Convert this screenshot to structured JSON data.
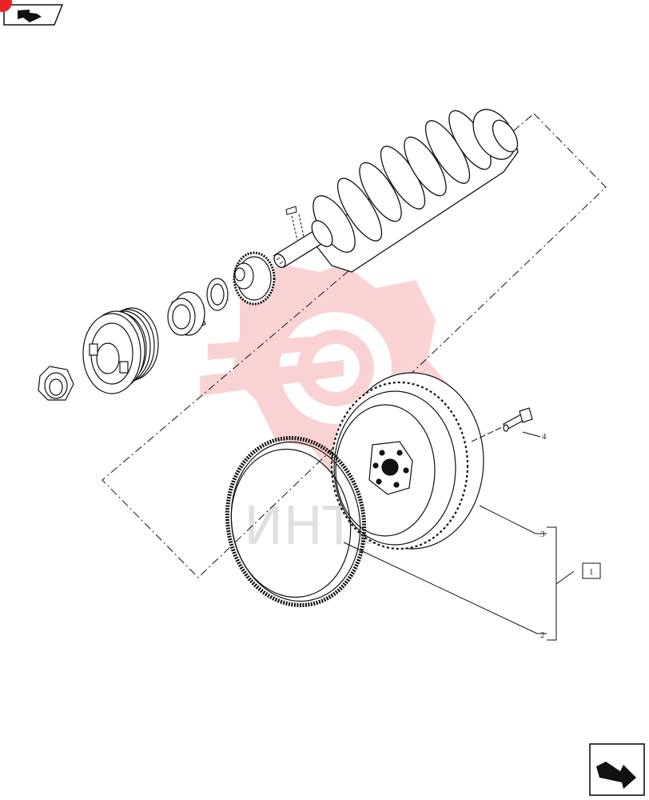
{
  "navigation": {
    "prev_icon": "arrow-page-prev-icon",
    "next_icon": "arrow-page-next-icon"
  },
  "callouts": {
    "c1": "1",
    "c2": "2",
    "c3": "3",
    "c4": "4"
  },
  "watermark": {
    "text": "ИНТЕХ",
    "color": "#e83a3a"
  },
  "colors": {
    "line": "#111111",
    "badge": "#e8232a"
  }
}
